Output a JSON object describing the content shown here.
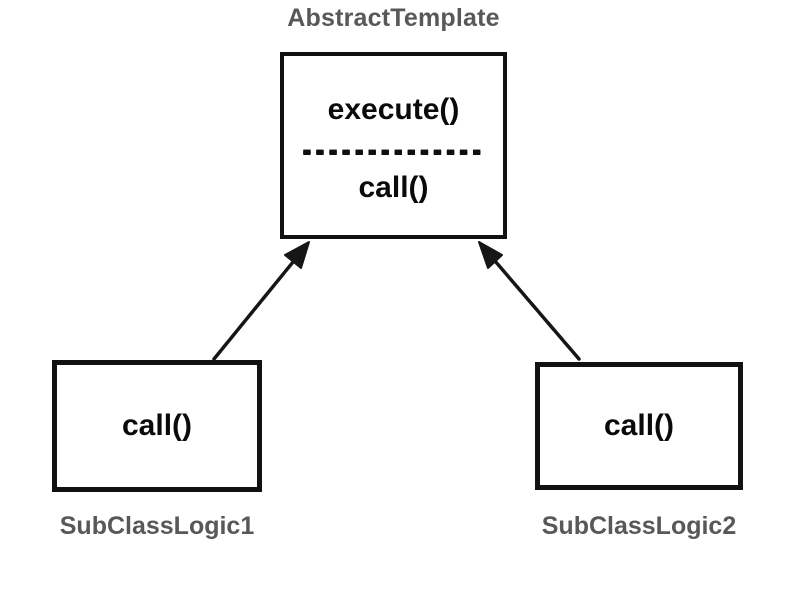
{
  "diagram": {
    "title": "AbstractTemplate",
    "template_box": {
      "method_execute": "execute()",
      "divider": "--------------",
      "method_call": "call()"
    },
    "subclasses": [
      {
        "method": "call()",
        "label": "SubClassLogic1"
      },
      {
        "method": "call()",
        "label": "SubClassLogic2"
      }
    ],
    "colors": {
      "box_border": "#111111",
      "method_text": "#0a0a0a",
      "label_text": "#58585a",
      "arrow": "#161616",
      "background": "#ffffff"
    }
  }
}
